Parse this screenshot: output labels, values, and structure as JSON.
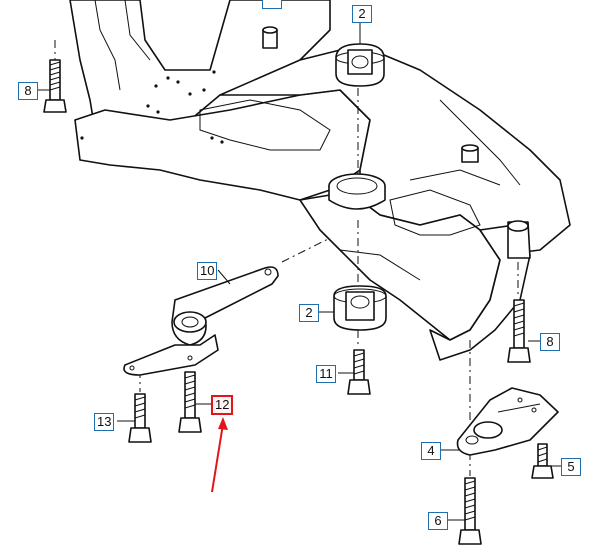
{
  "callouts": {
    "c2_top": "2",
    "c8_left": "8",
    "c10": "10",
    "c2_mid": "2",
    "c8_right": "8",
    "c11": "11",
    "c12": "12",
    "c13": "13",
    "c4": "4",
    "c5": "5",
    "c6": "6"
  },
  "colors": {
    "callout_border": "#1f6fb0",
    "highlight": "#e0161b",
    "line": "#111111"
  }
}
